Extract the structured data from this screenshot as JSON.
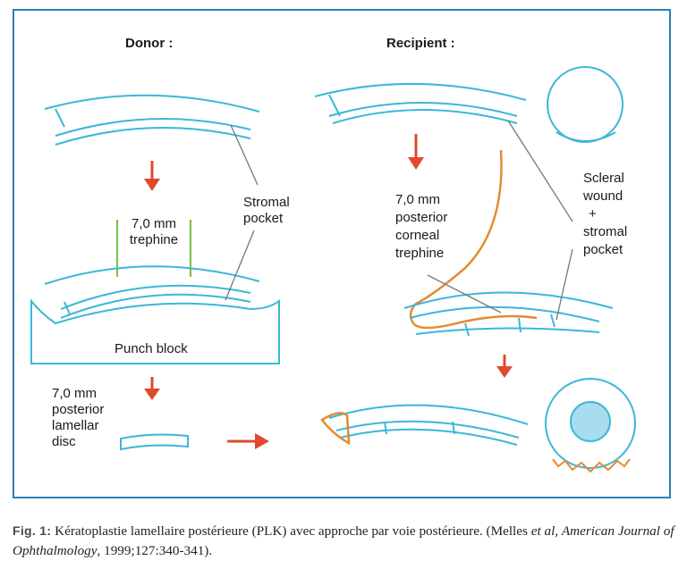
{
  "labels": {
    "donor": "Donor :",
    "recipient": "Recipient :",
    "trephine_line1": "7,0 mm",
    "trephine_line2": "trephine",
    "stromal_pocket_line1": "Stromal",
    "stromal_pocket_line2": "pocket",
    "punch_block": "Punch block",
    "disc_line1": "7,0 mm",
    "disc_line2": "posterior",
    "disc_line3": "lamellar",
    "disc_line4": "disc",
    "corneal_trephine_line1": "7,0 mm",
    "corneal_trephine_line2": "posterior",
    "corneal_trephine_line3": "corneal",
    "corneal_trephine_line4": "trephine",
    "scleral_line1": "Scleral",
    "scleral_line2": "wound",
    "scleral_line3": "+",
    "scleral_line4": "stromal",
    "scleral_line5": "pocket"
  },
  "caption": {
    "fig_label": "Fig. 1:",
    "text_main": " Kératoplastie lamellaire postérieure (PLK) avec approche par voie postérieure. (Melles ",
    "text_etal": "et al,",
    "text_journal": "American Journal of Ophthalmology",
    "text_ref": ", 1999;127:340-341)."
  },
  "colors": {
    "frame": "#2d7fb6",
    "tissue": "#3bb7d9",
    "arrow": "#e0492e",
    "trephine": "#e48b32",
    "green": "#7ec24a",
    "pointer": "#777777",
    "pupil": "#a8dcef"
  }
}
